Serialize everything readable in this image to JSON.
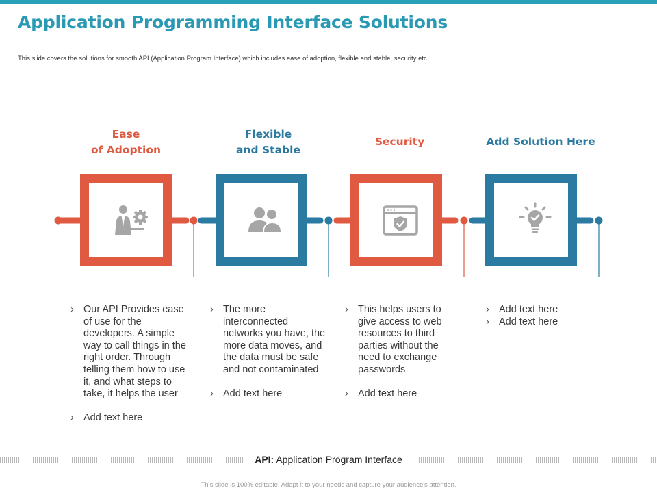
{
  "slide": {
    "title": "Application Programming Interface Solutions",
    "subtitle": "This slide covers the solutions for smooth API (Application Program Interface) which includes ease of adoption, flexible and stable, security etc."
  },
  "colors": {
    "orange": "#df5a40",
    "blue": "#2b7aa1",
    "title": "#2a9ab4",
    "icon": "#a6a6a6"
  },
  "columns": [
    {
      "heading": [
        "Ease",
        "of Adoption"
      ],
      "icon": "businessman-gear-icon",
      "bullets": [
        "Our API Provides ease of use for the developers. A simple way to call things in the right order. Through telling them how to use it, and what steps to take, it helps the user",
        "Add text here"
      ]
    },
    {
      "heading": [
        "Flexible",
        "and Stable"
      ],
      "icon": "users-icon",
      "bullets": [
        "The more interconnected networks you have, the more data moves, and the data must be safe and not contaminated",
        "Add text here"
      ]
    },
    {
      "heading": [
        "Security"
      ],
      "icon": "browser-shield-icon",
      "bullets": [
        "This helps users to give access to web resources to third parties without the need to exchange passwords",
        "Add text here"
      ]
    },
    {
      "heading": [
        "Add Solution Here"
      ],
      "icon": "lightbulb-check-icon",
      "bullets": [
        "Add text here",
        "Add text here"
      ]
    }
  ],
  "footer": {
    "abbr_term": "API:",
    "abbr_definition": "Application Program Interface",
    "note": "This slide is 100% editable. Adapt it to your needs and capture your audience's attention."
  }
}
